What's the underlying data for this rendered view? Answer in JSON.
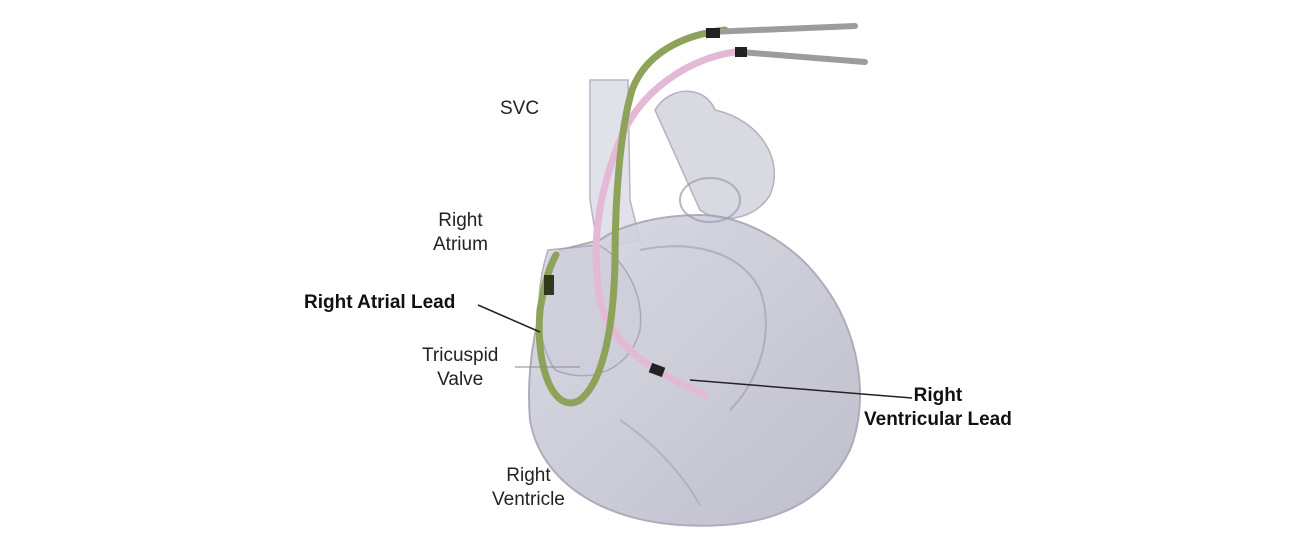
{
  "labels": {
    "svc": "SVC",
    "right_atrium": [
      "Right",
      "Atrium"
    ],
    "right_atrial_lead": "Right Atrial Lead",
    "tricuspid_valve": [
      "Tricuspid",
      "Valve"
    ],
    "right_ventricular_lead": [
      "Right",
      "Ventricular Lead"
    ],
    "right_ventricle": [
      "Right",
      "Ventricle"
    ]
  },
  "colors": {
    "heart_fill": "#c9c9d6",
    "heart_stroke": "#a4a4b6",
    "atrial_lead": "#8ea35a",
    "ventricular_lead": "#e3b9d6",
    "connector": "#9c9c9c",
    "pointer": "#222222"
  }
}
